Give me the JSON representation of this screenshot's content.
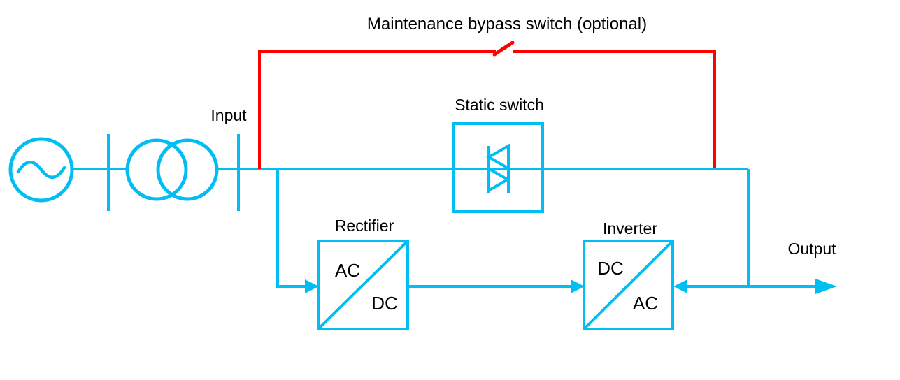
{
  "diagram": {
    "title": "Maintenance bypass switch (optional)",
    "labels": {
      "input": "Input",
      "static_switch": "Static switch",
      "rectifier": "Rectifier",
      "inverter": "Inverter",
      "output": "Output",
      "rectifier_top": "AC",
      "rectifier_bottom": "DC",
      "inverter_top": "DC",
      "inverter_bottom": "AC"
    },
    "icons": {
      "ac_source": "ac-source-icon",
      "transformer": "transformer-icon",
      "breaker_bars": "isolator-bar-icon",
      "static_switch": "antiparallel-thyristor-icon",
      "bypass_switch": "open-switch-blade-icon",
      "flow_arrows": "arrowhead-icon"
    },
    "colors": {
      "line": "#00BDF2",
      "bypass": "#FF0000",
      "text": "#000000",
      "background": "#FFFFFF"
    }
  }
}
